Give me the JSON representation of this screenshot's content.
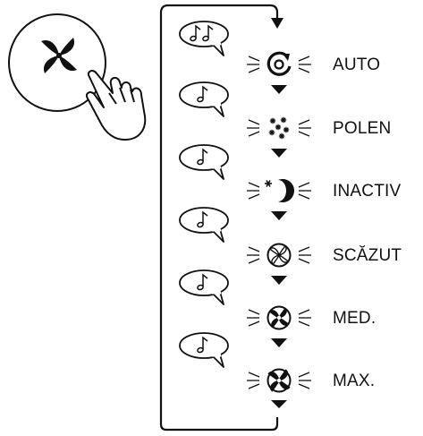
{
  "modes": [
    {
      "label": "AUTO",
      "icon": "auto-mode-icon",
      "beeps": 2
    },
    {
      "label": "POLEN",
      "icon": "pollen-mode-icon",
      "beeps": 1
    },
    {
      "label": "INACTIV",
      "icon": "sleep-mode-icon",
      "beeps": 1
    },
    {
      "label": "SCĂZUT",
      "icon": "fan-low-icon",
      "beeps": 1
    },
    {
      "label": "MED.",
      "icon": "fan-medium-icon",
      "beeps": 1
    },
    {
      "label": "MAX.",
      "icon": "fan-max-icon",
      "beeps": 1
    }
  ],
  "icons": {
    "fan_button": "fan-button-icon",
    "hand": "pressing-hand-icon",
    "beep": "music-note-icon",
    "step_arrow": "triangle-down-icon",
    "loop_arrow": "loop-arrow-icon"
  }
}
